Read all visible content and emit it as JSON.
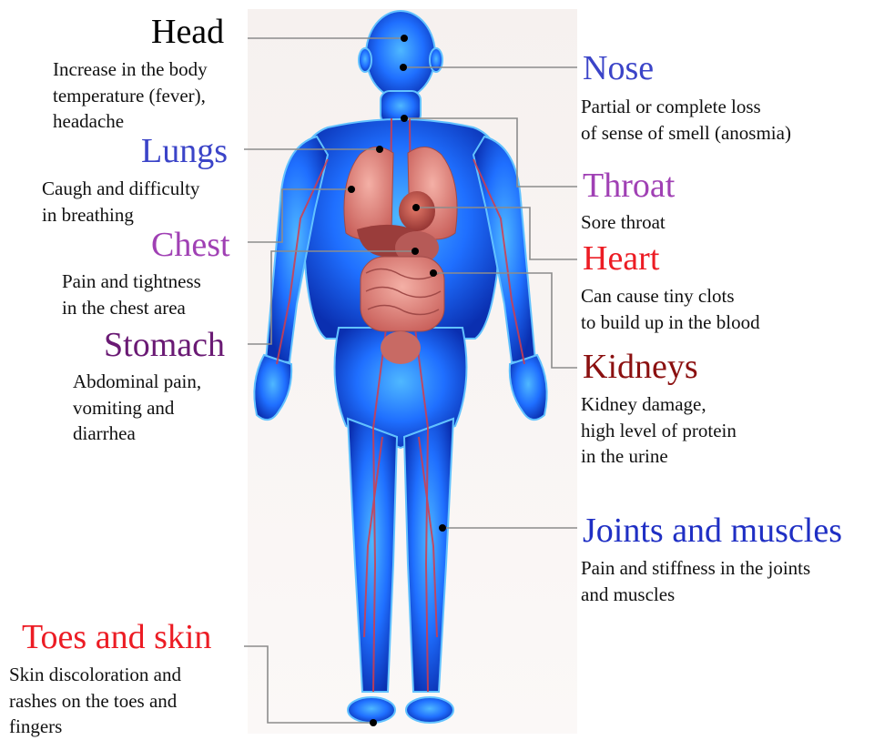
{
  "colors": {
    "head": "#000000",
    "lungs": "#3b44c8",
    "chest": "#a040b4",
    "stomach": "#6a1a74",
    "toes_and_skin": "#ec1c24",
    "nose": "#3b44c8",
    "throat": "#a040b4",
    "heart": "#ec1c24",
    "kidneys": "#8b1010",
    "joints_and_muscles": "#1f2fc4",
    "leader_lines": "#8c8c8c",
    "body": "#1e78ff"
  },
  "left": {
    "head": {
      "title": "Head",
      "lines": [
        "Increase in the body",
        "temperature (fever),",
        "headache"
      ]
    },
    "lungs": {
      "title": "Lungs",
      "lines": [
        "Caugh and difficulty",
        "in breathing"
      ]
    },
    "chest": {
      "title": "Chest",
      "lines": [
        "Pain and tightness",
        "in the chest area"
      ]
    },
    "stomach": {
      "title": "Stomach",
      "lines": [
        "Abdominal pain,",
        "vomiting and",
        "diarrhea"
      ]
    },
    "toes_and_skin": {
      "title": "Toes and skin",
      "lines": [
        "Skin discoloration and",
        "rashes on the toes and",
        "fingers"
      ]
    }
  },
  "right": {
    "nose": {
      "title": "Nose",
      "lines": [
        "Partial or complete loss",
        "of sense of smell (anosmia)"
      ]
    },
    "throat": {
      "title": "Throat",
      "lines": [
        "Sore throat"
      ]
    },
    "heart": {
      "title": "Heart",
      "lines": [
        "Can cause tiny clots",
        "to build up in the blood"
      ]
    },
    "kidneys": {
      "title": "Kidneys",
      "lines": [
        "Kidney damage,",
        "high level of protein",
        "in the urine"
      ]
    },
    "joints_and_muscles": {
      "title": "Joints and muscles",
      "lines": [
        "Pain and stiffness in the joints",
        "and muscles"
      ]
    }
  }
}
